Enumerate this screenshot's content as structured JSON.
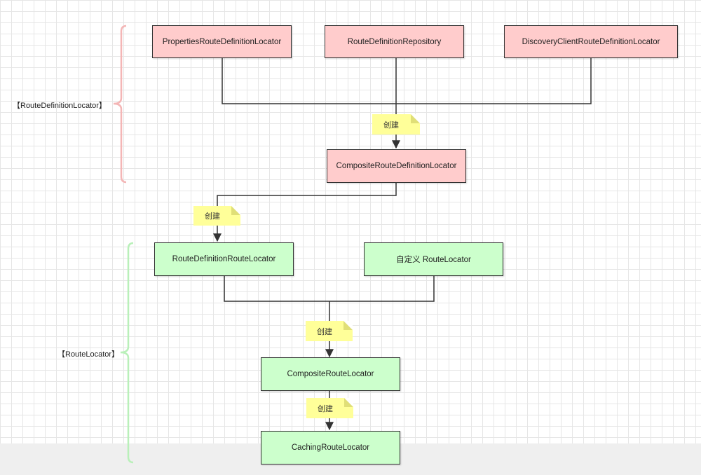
{
  "groups": {
    "route_definition": {
      "label": "【RouteDefinitionLocator】",
      "color": "#f4b6b6"
    },
    "route_locator": {
      "label": "【RouteLocator】",
      "color": "#b9f0b9"
    }
  },
  "nodes": {
    "properties": "PropertiesRouteDefinitionLocator",
    "repository": "RouteDefinitionRepository",
    "discovery": "DiscoveryClientRouteDefinitionLocator",
    "composite_definition": "CompositeRouteDefinitionLocator",
    "definition_route_locator": "RouteDefinitionRouteLocator",
    "custom_route_locator": "自定义 RouteLocator",
    "composite_route_locator": "CompositeRouteLocator",
    "caching_route_locator": "CachingRouteLocator"
  },
  "notes": {
    "create_1": "创建",
    "create_2": "创建",
    "create_3": "创建",
    "create_4": "创建"
  },
  "colors": {
    "definition_fill": "#ffcccc",
    "locator_fill": "#ccffcc",
    "note_fill": "#ffff99",
    "line": "#333333"
  }
}
